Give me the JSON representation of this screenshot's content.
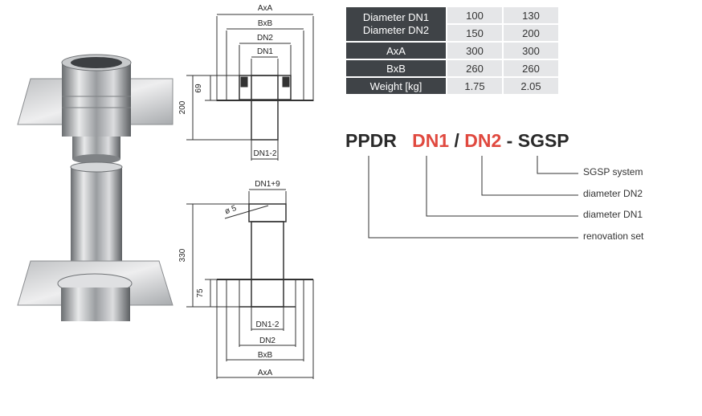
{
  "table": {
    "rows": [
      {
        "label": "Diameter DN1",
        "label2": "Diameter DN2",
        "values": [
          "100",
          "130"
        ],
        "values2": [
          "150",
          "200"
        ]
      },
      {
        "label": "AxA",
        "values": [
          "300",
          "300"
        ]
      },
      {
        "label": "BxB",
        "values": [
          "260",
          "260"
        ]
      },
      {
        "label": "Weight [kg]",
        "values": [
          "1.75",
          "2.05"
        ]
      }
    ]
  },
  "code": {
    "prefix": "PPDR",
    "dn1": "DN1",
    "slash": "/",
    "dn2": "DN2",
    "dash": "-",
    "suffix": "SGSP",
    "labels": {
      "sgsp": "SGSP system",
      "dn2": "diameter DN2",
      "dn1": "diameter DN1",
      "ppdr": "renovation set"
    }
  },
  "drawing_top": {
    "axa": "AxA",
    "bxb": "BxB",
    "dn2": "DN2",
    "dn1": "DN1",
    "h69": "69",
    "h200": "200",
    "dn1m2": "DN1-2"
  },
  "drawing_bottom": {
    "dn1p9": "DN1+9",
    "phi5": "ø 5",
    "h330": "330",
    "h75": "75",
    "dn1m2": "DN1-2",
    "dn2": "DN2",
    "bxb": "BxB",
    "axa": "AxA"
  },
  "colors": {
    "accent_red": "#e0493f",
    "table_dark": "#3f4347",
    "table_light": "#e5e6e8"
  }
}
